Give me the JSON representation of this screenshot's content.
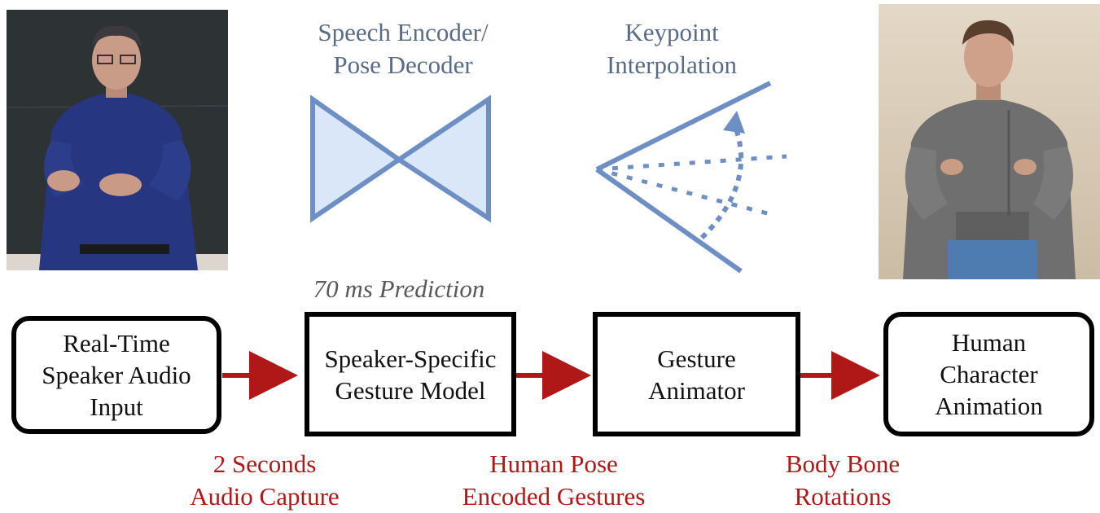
{
  "colors": {
    "diagram_blue": "#6d8fc4",
    "diagram_fill": "#dae7f8",
    "title_gray": "#5a6b86",
    "arrow_red": "#b01818",
    "label_red": "#b01818",
    "box_border": "#000000"
  },
  "icons": {
    "encoder_decoder": "bowtie-encoder-decoder-icon",
    "interpolation": "keypoint-interpolation-fan-icon"
  },
  "images": {
    "speaker_photo": "photo of real speaker gesturing in front of blackboard",
    "avatar_render": "3D rendered human character in gray hoodie"
  },
  "top": {
    "encoder_title": "Speech Encoder/\nPose Decoder",
    "interp_title": "Keypoint\nInterpolation",
    "prediction_label": "70 ms Prediction"
  },
  "pipeline": {
    "boxes": [
      {
        "label": "Real-Time\nSpeaker Audio\nInput"
      },
      {
        "label": "Speaker-Specific\nGesture Model"
      },
      {
        "label": "Gesture\nAnimator"
      },
      {
        "label": "Human\nCharacter\nAnimation"
      }
    ],
    "edge_labels": [
      "2 Seconds\nAudio Capture",
      "Human Pose\nEncoded Gestures",
      "Body Bone\nRotations"
    ]
  }
}
